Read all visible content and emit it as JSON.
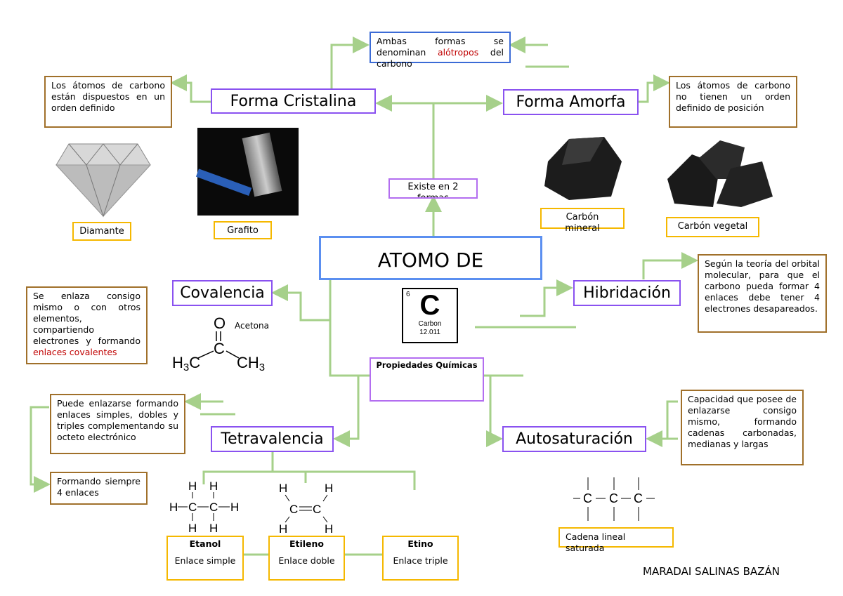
{
  "central": {
    "title_line1": "ATOMO DE",
    "title_line2": "CARBONO"
  },
  "element_tile": {
    "number": "6",
    "symbol": "C",
    "name": "Carbon",
    "mass": "12.011"
  },
  "existe": "Existe en 2 formas",
  "alotropos": {
    "text_before": "Ambas formas se denominan ",
    "highlight": "alótropos",
    "text_after": " del carbono"
  },
  "forma_cristalina": {
    "title": "Forma Cristalina",
    "desc": "Los átomos de carbono están dispuestos en un orden definido",
    "examples": [
      "Diamante",
      "Grafito"
    ]
  },
  "forma_amorfa": {
    "title": "Forma Amorfa",
    "desc": "Los átomos de carbono no tienen un orden definido de posición",
    "examples": [
      "Carbón mineral",
      "Carbón vegetal"
    ]
  },
  "covalencia": {
    "title": "Covalencia",
    "desc_before": "Se enlaza consigo mismo o con otros elementos, compartiendo electrones y formando ",
    "highlight": "enlaces covalentes",
    "molecule_label": "Acetona"
  },
  "hibridacion": {
    "title": "Hibridación",
    "desc": "Según la teoría del orbital molecular, para que el carbono pueda formar 4 enlaces debe tener 4 electrones desapareados."
  },
  "propiedades": "Propiedades Químicas",
  "tetravalencia": {
    "title": "Tetravalencia",
    "desc1": "Puede enlazarse formando enlaces simples, dobles y triples complementando su octeto electrónico",
    "desc2": "Formando siempre 4 enlaces",
    "examples": [
      {
        "name": "Etanol",
        "bond": "Enlace simple"
      },
      {
        "name": "Etileno",
        "bond": "Enlace doble"
      },
      {
        "name": "Etino",
        "bond": "Enlace triple"
      }
    ]
  },
  "autosaturacion": {
    "title": "Autosaturación",
    "desc": "Capacidad que posee de enlazarse consigo mismo, formando cadenas carbonadas, medianas y largas",
    "chain_label": "Cadena lineal saturada"
  },
  "author": "MARADAI SALINAS BAZÁN",
  "colors": {
    "connector": "#a6d08a",
    "central_border": "#5b8ff0",
    "node_border": "#8a52f0",
    "highlight": "#c00000"
  }
}
